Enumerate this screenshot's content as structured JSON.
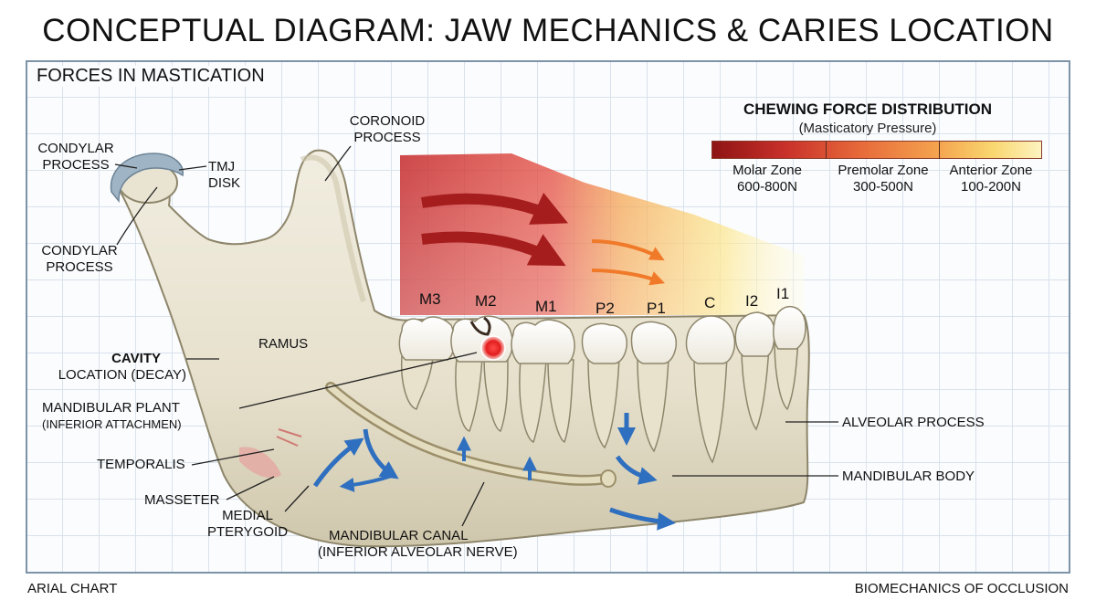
{
  "title": "CONCEPTUAL DIAGRAM: JAW MECHANICS & CARIES LOCATION",
  "panel_title": "FORCES IN MASTICATION",
  "labels": {
    "condylar_process_top": "CONDYLAR PROCESS",
    "tmj_disk": "TMJ DISK",
    "condylar_process_mid": "CONDYLAR PROCESS",
    "coronoid_process": "CORONOID PROCESS",
    "ramus": "RAMUS",
    "cavity": "CAVITY",
    "cavity_location": "LOCATION (DECAY)",
    "mandibular_plant": "MANDIBULAR PLANT",
    "inferior_attachment": "(INFERIOR ATTACHMEN)",
    "temporalis": "TEMPORALIS",
    "masseter": "MASSETER",
    "medial_pterygoid": "MEDIAL PTERYGOID",
    "mandibular_canal": "MANDIBULAR CANAL",
    "inferior_alveolar_nerve": "(INFERIOR ALVEOLAR NERVE)",
    "alveolar_process": "ALVEOLAR PROCESS",
    "mandibular_body": "MANDIBULAR BODY"
  },
  "teeth": [
    "M3",
    "M2",
    "M1",
    "P2",
    "P1",
    "C",
    "I2",
    "I1"
  ],
  "legend": {
    "title": "CHEWING FORCE DISTRIBUTION",
    "subtitle": "(Masticatory Pressure)",
    "zones": [
      {
        "name": "Molar Zone",
        "range": "600-800N"
      },
      {
        "name": "Premolar Zone",
        "range": "300-500N"
      },
      {
        "name": "Anterior Zone",
        "range": "100-200N"
      }
    ]
  },
  "colors": {
    "bone": "#e9e4d2",
    "bone_shadow": "#bfb79c",
    "arrow_blue": "#2f6fbf",
    "force_dark": "#a51d1d",
    "force_light": "#f28a3a",
    "cavity_red": "#e02020",
    "tmj_disk": "#9fb4c4"
  },
  "footer": {
    "left": "ARIAL CHART",
    "right": "BIOMECHANICS OF OCCLUSION"
  }
}
